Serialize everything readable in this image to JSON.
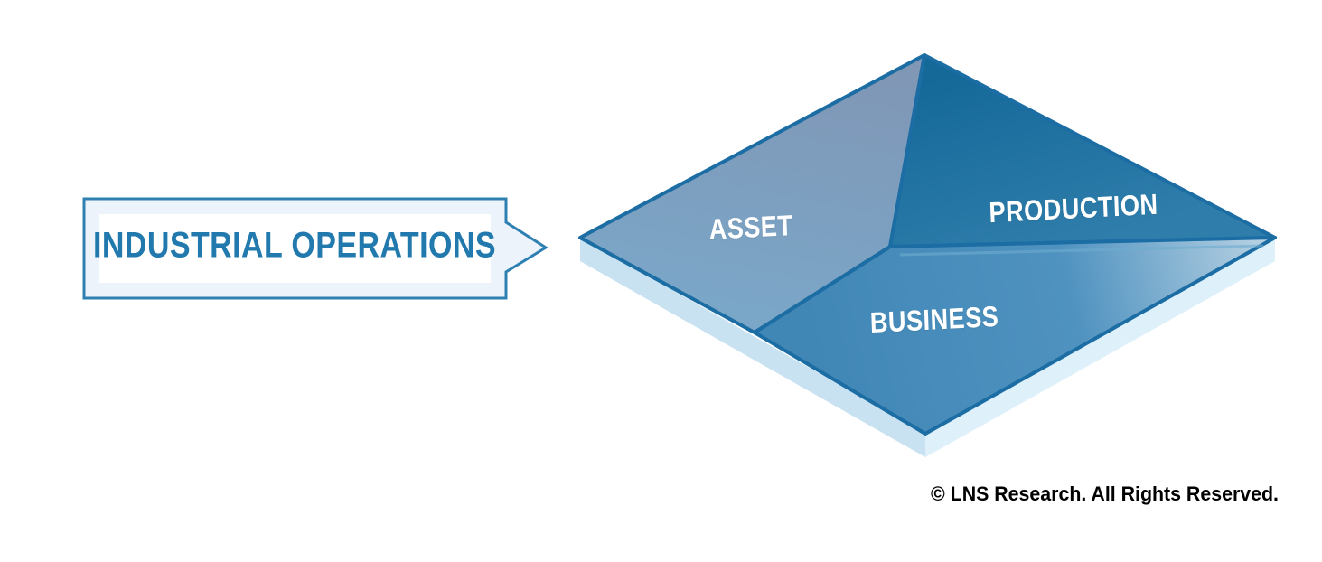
{
  "callout": {
    "label": "INDUSTRIAL OPERATIONS"
  },
  "diagram": {
    "name": "industrial-operations-platform",
    "segments": [
      {
        "id": "asset",
        "label": "ASSET",
        "color_top": "#8097b6",
        "color_bottom": "#7aa7c9"
      },
      {
        "id": "production",
        "label": "PRODUCTION",
        "color_top": "#146999",
        "color_bottom": "#2f7dab"
      },
      {
        "id": "business",
        "label": "BUSINESS",
        "color_left": "#4187b6",
        "color_right": "#bcd4e4"
      }
    ],
    "edge_color": "#1b6da4",
    "platform_side_left_color": "#c8e2f2",
    "platform_side_right_color": "#def0f9"
  },
  "colors": {
    "callout_border": "#2e7fb2",
    "callout_fill": "#ecf3fa",
    "callout_inner_fill": "#ffffff",
    "callout_text": "#2179ad",
    "face_label_text": "#ffffff",
    "copyright_text": "#000000"
  },
  "footer": {
    "copyright": "© LNS Research. All Rights Reserved."
  }
}
